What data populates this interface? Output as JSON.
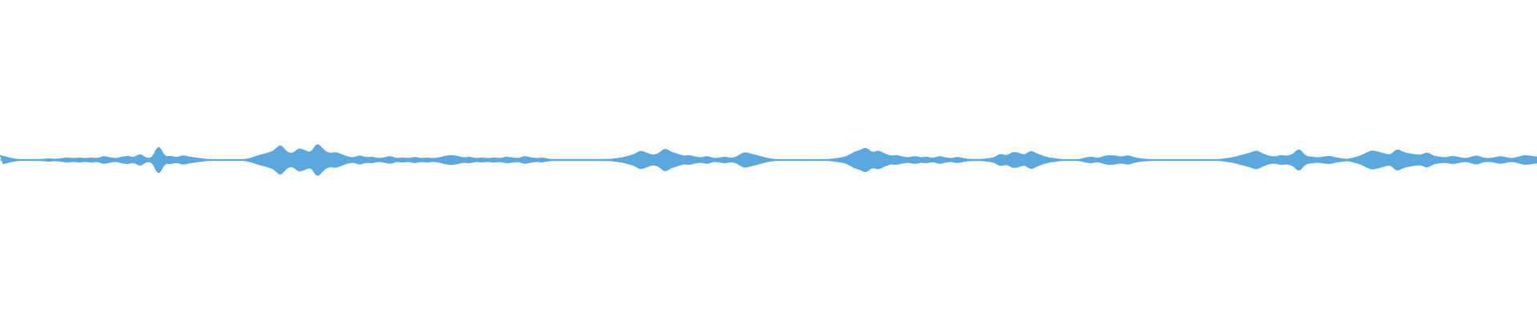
{
  "waveform": {
    "color": "#5aa8de",
    "amplitudes": [
      0.06,
      0.04,
      0.02,
      0.0,
      0.0,
      0.0,
      0.01,
      0.01,
      0.02,
      0.01,
      0.02,
      0.03,
      0.02,
      0.03,
      0.02,
      0.03,
      0.02,
      0.05,
      0.03,
      0.02,
      0.04,
      0.05,
      0.03,
      0.08,
      0.02,
      0.03,
      0.2,
      0.04,
      0.05,
      0.03,
      0.06,
      0.04,
      0.03,
      0.02,
      0.0,
      0.0,
      0.0,
      0.0,
      0.0,
      0.0,
      0.0,
      0.02,
      0.05,
      0.07,
      0.09,
      0.12,
      0.2,
      0.1,
      0.08,
      0.15,
      0.12,
      0.09,
      0.22,
      0.13,
      0.08,
      0.1,
      0.07,
      0.04,
      0.03,
      0.06,
      0.03,
      0.04,
      0.02,
      0.03,
      0.05,
      0.02,
      0.03,
      0.02,
      0.04,
      0.02,
      0.03,
      0.02,
      0.03,
      0.05,
      0.06,
      0.05,
      0.03,
      0.04,
      0.02,
      0.03,
      0.02,
      0.03,
      0.02,
      0.04,
      0.03,
      0.02,
      0.05,
      0.03,
      0.02,
      0.03,
      0.01,
      0.01,
      0.01,
      0.01,
      0.01,
      0.01,
      0.01,
      0.01,
      0.01,
      0.01,
      0.01,
      0.02,
      0.03,
      0.05,
      0.07,
      0.12,
      0.09,
      0.06,
      0.08,
      0.15,
      0.1,
      0.08,
      0.05,
      0.06,
      0.04,
      0.03,
      0.05,
      0.02,
      0.03,
      0.04,
      0.02,
      0.05,
      0.1,
      0.08,
      0.06,
      0.04,
      0.02,
      0.0,
      0.0,
      0.0,
      0.0,
      0.0,
      0.0,
      0.0,
      0.0,
      0.0,
      0.0,
      0.02,
      0.03,
      0.05,
      0.1,
      0.12,
      0.16,
      0.09,
      0.12,
      0.08,
      0.05,
      0.06,
      0.04,
      0.03,
      0.05,
      0.03,
      0.04,
      0.02,
      0.05,
      0.03,
      0.02,
      0.04,
      0.02,
      0.01,
      0.01,
      0.01,
      0.02,
      0.03,
      0.08,
      0.05,
      0.1,
      0.09,
      0.06,
      0.12,
      0.08,
      0.05,
      0.03,
      0.02,
      0.0,
      0.0,
      0.0,
      0.0,
      0.03,
      0.04,
      0.02,
      0.05,
      0.06,
      0.05,
      0.04,
      0.06,
      0.03,
      0.02,
      0.01,
      0.0,
      0.0,
      0.0,
      0.0,
      0.0,
      0.0,
      0.0,
      0.0,
      0.0,
      0.0,
      0.0,
      0.0,
      0.02,
      0.03,
      0.05,
      0.07,
      0.09,
      0.12,
      0.08,
      0.05,
      0.04,
      0.06,
      0.05,
      0.07,
      0.15,
      0.05,
      0.04,
      0.03,
      0.04,
      0.05,
      0.03,
      0.02,
      0.0,
      0.03,
      0.05,
      0.09,
      0.12,
      0.1,
      0.08,
      0.06,
      0.14,
      0.1,
      0.08,
      0.07,
      0.06,
      0.1,
      0.05,
      0.04,
      0.03,
      0.05,
      0.04,
      0.02,
      0.03,
      0.06,
      0.03,
      0.02,
      0.03,
      0.05,
      0.03,
      0.02,
      0.04,
      0.06,
      0.05,
      0.04
    ]
  }
}
